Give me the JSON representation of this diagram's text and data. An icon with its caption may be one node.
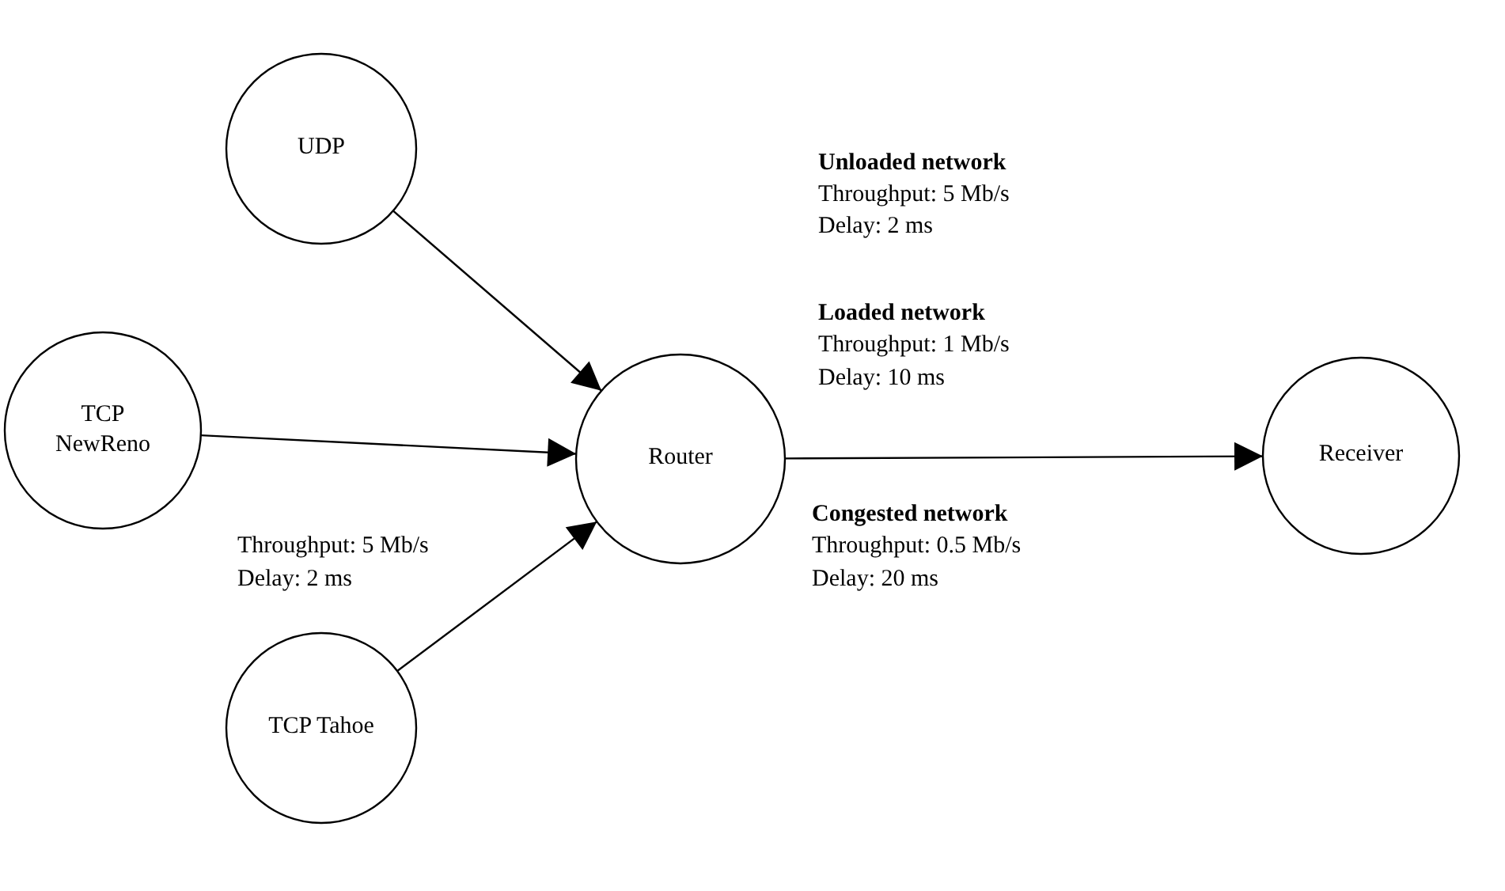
{
  "diagram": {
    "nodes": [
      {
        "text": [
          "UDP"
        ]
      },
      {
        "text": [
          "TCP NewReno"
        ]
      },
      {
        "text": [
          "Router"
        ]
      },
      {
        "text": [
          "Receiver"
        ]
      },
      {
        "text": [
          "TCP Tahoe"
        ]
      }
    ],
    "edges": [
      {
        "from": 0,
        "to": 2,
        "arrow": "to"
      },
      {
        "from": 1,
        "to": 2,
        "arrow": "to"
      },
      {
        "from": 4,
        "to": 2,
        "arrow": "to"
      },
      {
        "from": 2,
        "to": 3,
        "arrow": "to"
      }
    ],
    "labels": [
      "Unloaded network",
      "Throughput: 5 Mb/s",
      "Delay: 2 ms",
      "Loaded network",
      "Throughput: 1 Mb/s",
      "Delay: 10 ms",
      "Congested network",
      "Throughput: 0.5 Mb/s",
      "Delay: 20 ms",
      "Throughput: 5 Mb/s",
      "Delay: 2 ms"
    ]
  }
}
